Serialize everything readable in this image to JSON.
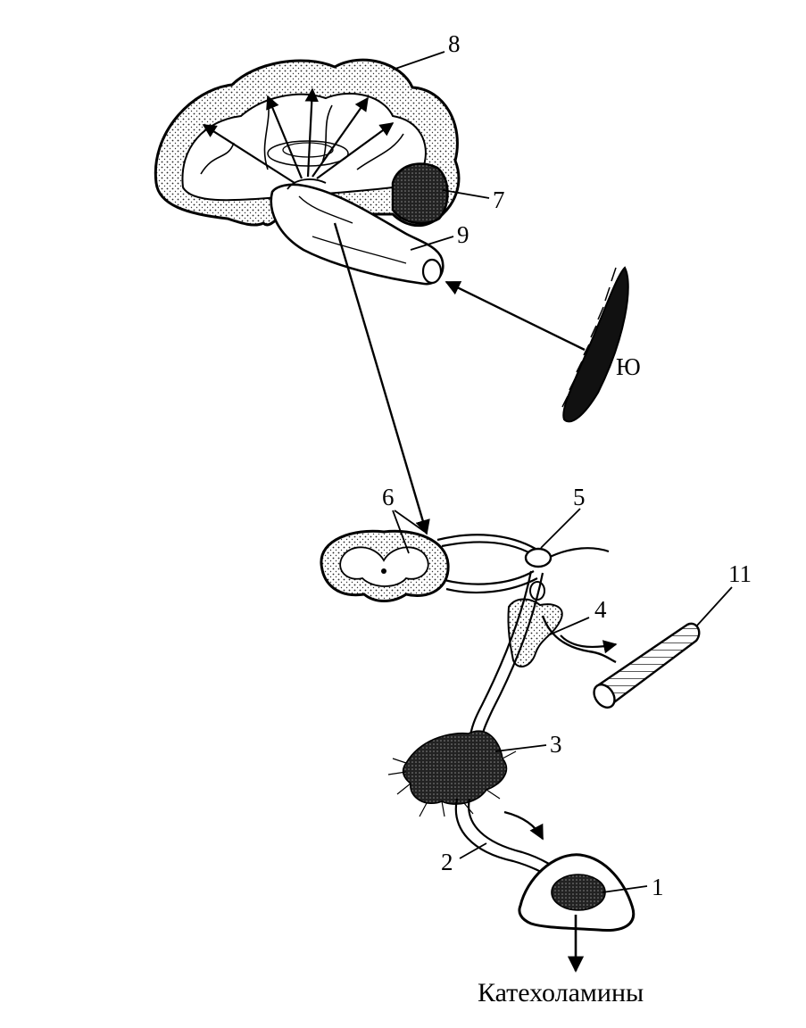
{
  "diagram": {
    "labels": {
      "l1": "1",
      "l2": "2",
      "l3": "3",
      "l4": "4",
      "l5": "5",
      "l6": "6",
      "l7": "7",
      "l8": "8",
      "l9": "9",
      "l10": "Ю",
      "l11": "11"
    },
    "output_label": "Катехоламины"
  }
}
